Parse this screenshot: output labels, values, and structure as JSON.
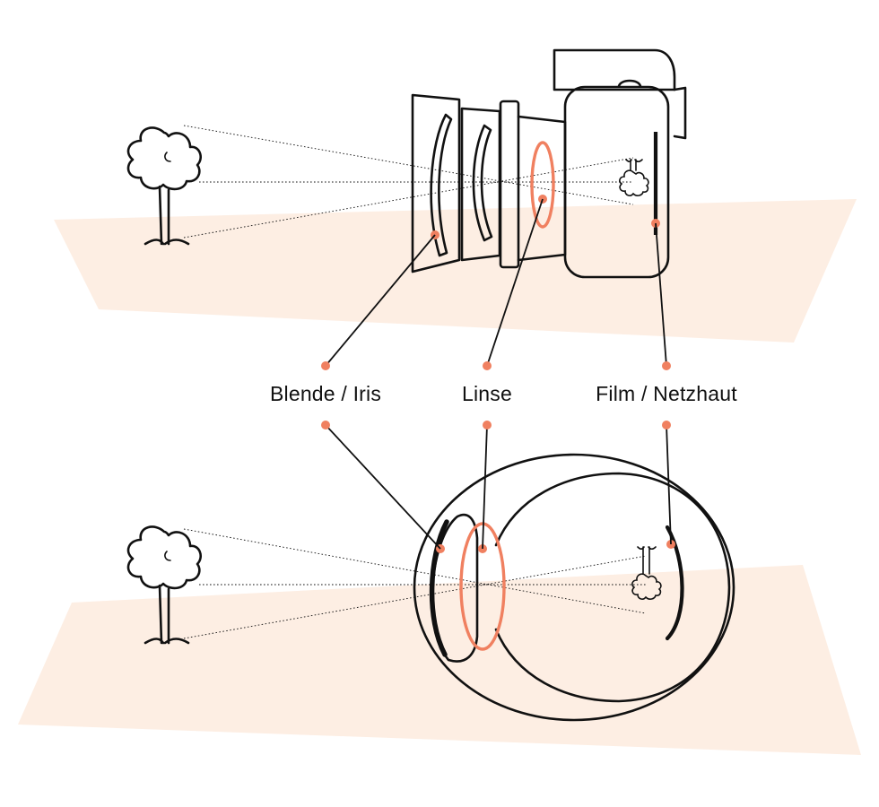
{
  "labels": {
    "aperture": "Blende / Iris",
    "lens": "Linse",
    "film": "Film / Netzhaut"
  },
  "colors": {
    "accent": "#f08060",
    "ground": "#fdeee3",
    "ink": "#111111"
  },
  "icons": {
    "tree": "tree-icon",
    "camera": "camera-icon",
    "eye": "eye-icon"
  }
}
